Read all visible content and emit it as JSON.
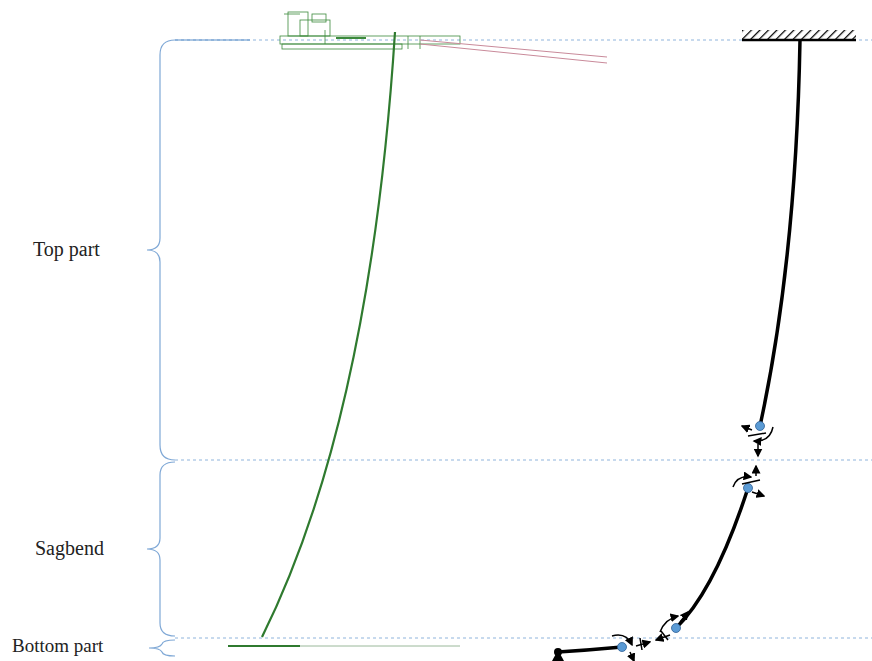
{
  "diagram": {
    "labels": [
      "Top part",
      "Sagbend",
      "Bottom part"
    ]
  }
}
